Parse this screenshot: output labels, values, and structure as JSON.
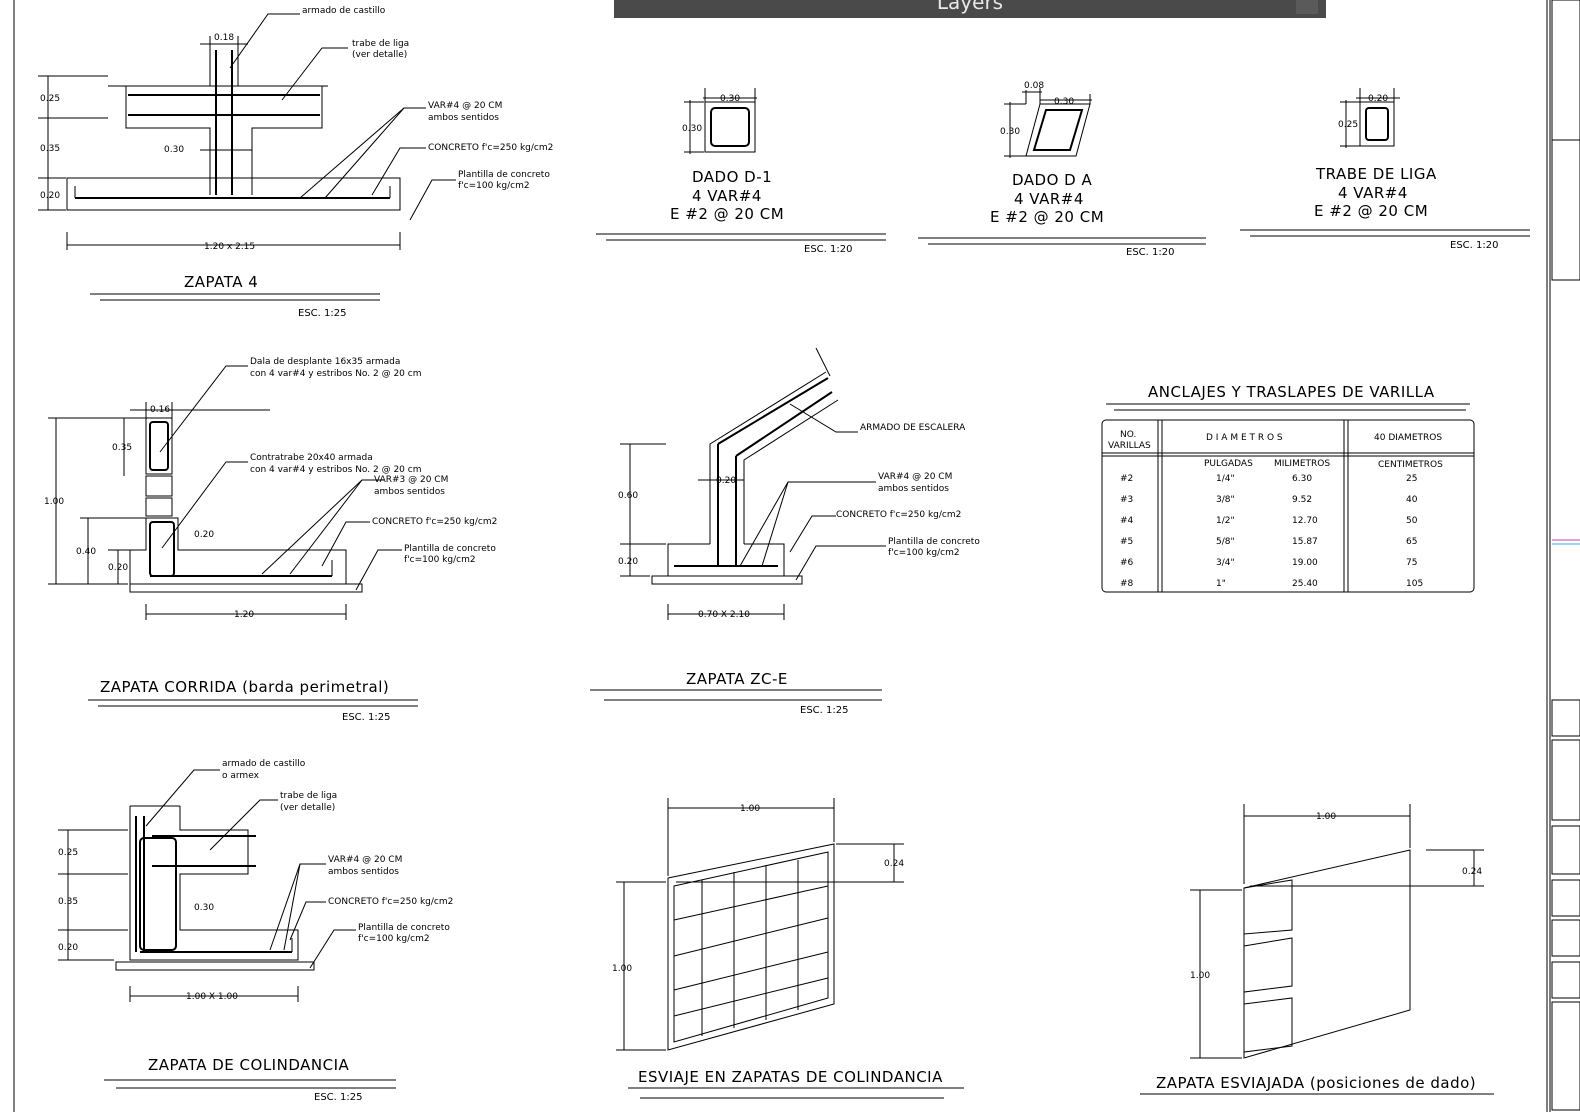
{
  "layers_panel": {
    "title": "Layers"
  },
  "zapata4": {
    "title": "ZAPATA 4",
    "scale": "ESC. 1:25",
    "dim_top": "0.18",
    "dim_h1": "0.25",
    "dim_h2": "0.35",
    "dim_h3": "0.20",
    "dim_inner": "0.30",
    "dim_base": "1.20 x 2.15",
    "n_castillo": "armado de castillo",
    "n_trabe1": "trabe de liga",
    "n_trabe2": "(ver detalle)",
    "n_var1": "VAR#4 @ 20 CM",
    "n_var2": "ambos sentidos",
    "n_conc": "CONCRETO f'c=250 kg/cm2",
    "n_plant1": "Plantilla de concreto",
    "n_plant2": "f'c=100 kg/cm2"
  },
  "dado_d1": {
    "dim_w": "0.30",
    "dim_h": "0.30",
    "l1": "DADO D-1",
    "l2": "4 VAR#4",
    "l3": "E #2 @ 20 CM",
    "scale": "ESC. 1:20"
  },
  "dado_da": {
    "dim_off": "0.08",
    "dim_w": "0.30",
    "dim_h": "0.30",
    "l1": "DADO D A",
    "l2": "4 VAR#4",
    "l3": "E #2 @ 20 CM",
    "scale": "ESC. 1:20"
  },
  "trabe_liga": {
    "dim_w": "0.20",
    "dim_h": "0.25",
    "l1": "TRABE DE LIGA",
    "l2": "4 VAR#4",
    "l3": "E #2 @ 20 CM",
    "scale": "ESC. 1:20"
  },
  "zapata_corrida": {
    "title": "ZAPATA CORRIDA (barda perimetral)",
    "scale": "ESC. 1:25",
    "dim_top": "0.16",
    "dim_a": "0.35",
    "dim_total": "1.00",
    "dim_b": "0.40",
    "dim_c": "0.20",
    "dim_d": "0.20",
    "dim_base": "1.20",
    "n_dala1": "Dala de desplante 16x35 armada",
    "n_dala2": "con 4 var#4 y estribos No. 2 @ 20 cm",
    "n_contra1": "Contratrabe 20x40 armada",
    "n_contra2": "con 4 var#4 y estribos No. 2 @ 20 cm",
    "n_var1": "VAR#3 @ 20 CM",
    "n_var2": "ambos sentidos",
    "n_conc": "CONCRETO f'c=250 kg/cm2",
    "n_plant1": "Plantilla de concreto",
    "n_plant2": "f'c=100 kg/cm2"
  },
  "zapata_zce": {
    "title": "ZAPATA ZC-E",
    "scale": "ESC. 1:25",
    "dim_a": "0.60",
    "dim_b": "0.20",
    "dim_w": "0.20",
    "dim_base": "0.70 X 2.10",
    "n_esc": "ARMADO DE ESCALERA",
    "n_var1": "VAR#4 @ 20 CM",
    "n_var2": "ambos sentidos",
    "n_conc": "CONCRETO f'c=250 kg/cm2",
    "n_plant1": "Plantilla de concreto",
    "n_plant2": "f'c=100 kg/cm2"
  },
  "anclajes": {
    "title": "ANCLAJES Y TRASLAPES DE VARILLA",
    "h_no1": "NO.",
    "h_no2": "VARILLAS",
    "h_diam": "D I A M E T R O S",
    "h_40": "40 DIAMETROS",
    "h_pulg": "PULGADAS",
    "h_mil": "MILIMETROS",
    "h_cent": "CENTIMETROS",
    "rows": [
      {
        "no": "#2",
        "pulg": "1/4\"",
        "mm": "6.30",
        "cm": "25"
      },
      {
        "no": "#3",
        "pulg": "3/8\"",
        "mm": "9.52",
        "cm": "40"
      },
      {
        "no": "#4",
        "pulg": "1/2\"",
        "mm": "12.70",
        "cm": "50"
      },
      {
        "no": "#5",
        "pulg": "5/8\"",
        "mm": "15.87",
        "cm": "65"
      },
      {
        "no": "#6",
        "pulg": "3/4\"",
        "mm": "19.00",
        "cm": "75"
      },
      {
        "no": "#8",
        "pulg": "1\"",
        "mm": "25.40",
        "cm": "105"
      }
    ]
  },
  "zapata_colindancia": {
    "title": "ZAPATA DE COLINDANCIA",
    "scale": "ESC. 1:25",
    "dim_a": "0.25",
    "dim_b": "0.35",
    "dim_c": "0.20",
    "dim_inner": "0.30",
    "dim_base": "1.00 X 1.00",
    "n_castillo1": "armado de castillo",
    "n_castillo2": "o armex",
    "n_trabe1": "trabe de liga",
    "n_trabe2": "(ver detalle)",
    "n_var1": "VAR#4 @ 20 CM",
    "n_var2": "ambos sentidos",
    "n_conc": "CONCRETO f'c=250 kg/cm2",
    "n_plant1": "Plantilla de concreto",
    "n_plant2": "f'c=100 kg/cm2"
  },
  "esviaje": {
    "title": "ESVIAJE EN ZAPATAS DE COLINDANCIA",
    "dim_w": "1.00",
    "dim_h": "1.00",
    "dim_off": "0.24"
  },
  "zapata_esviajada": {
    "title": "ZAPATA ESVIAJADA (posiciones de dado)",
    "dim_w": "1.00",
    "dim_h": "1.00",
    "dim_off": "0.24"
  }
}
